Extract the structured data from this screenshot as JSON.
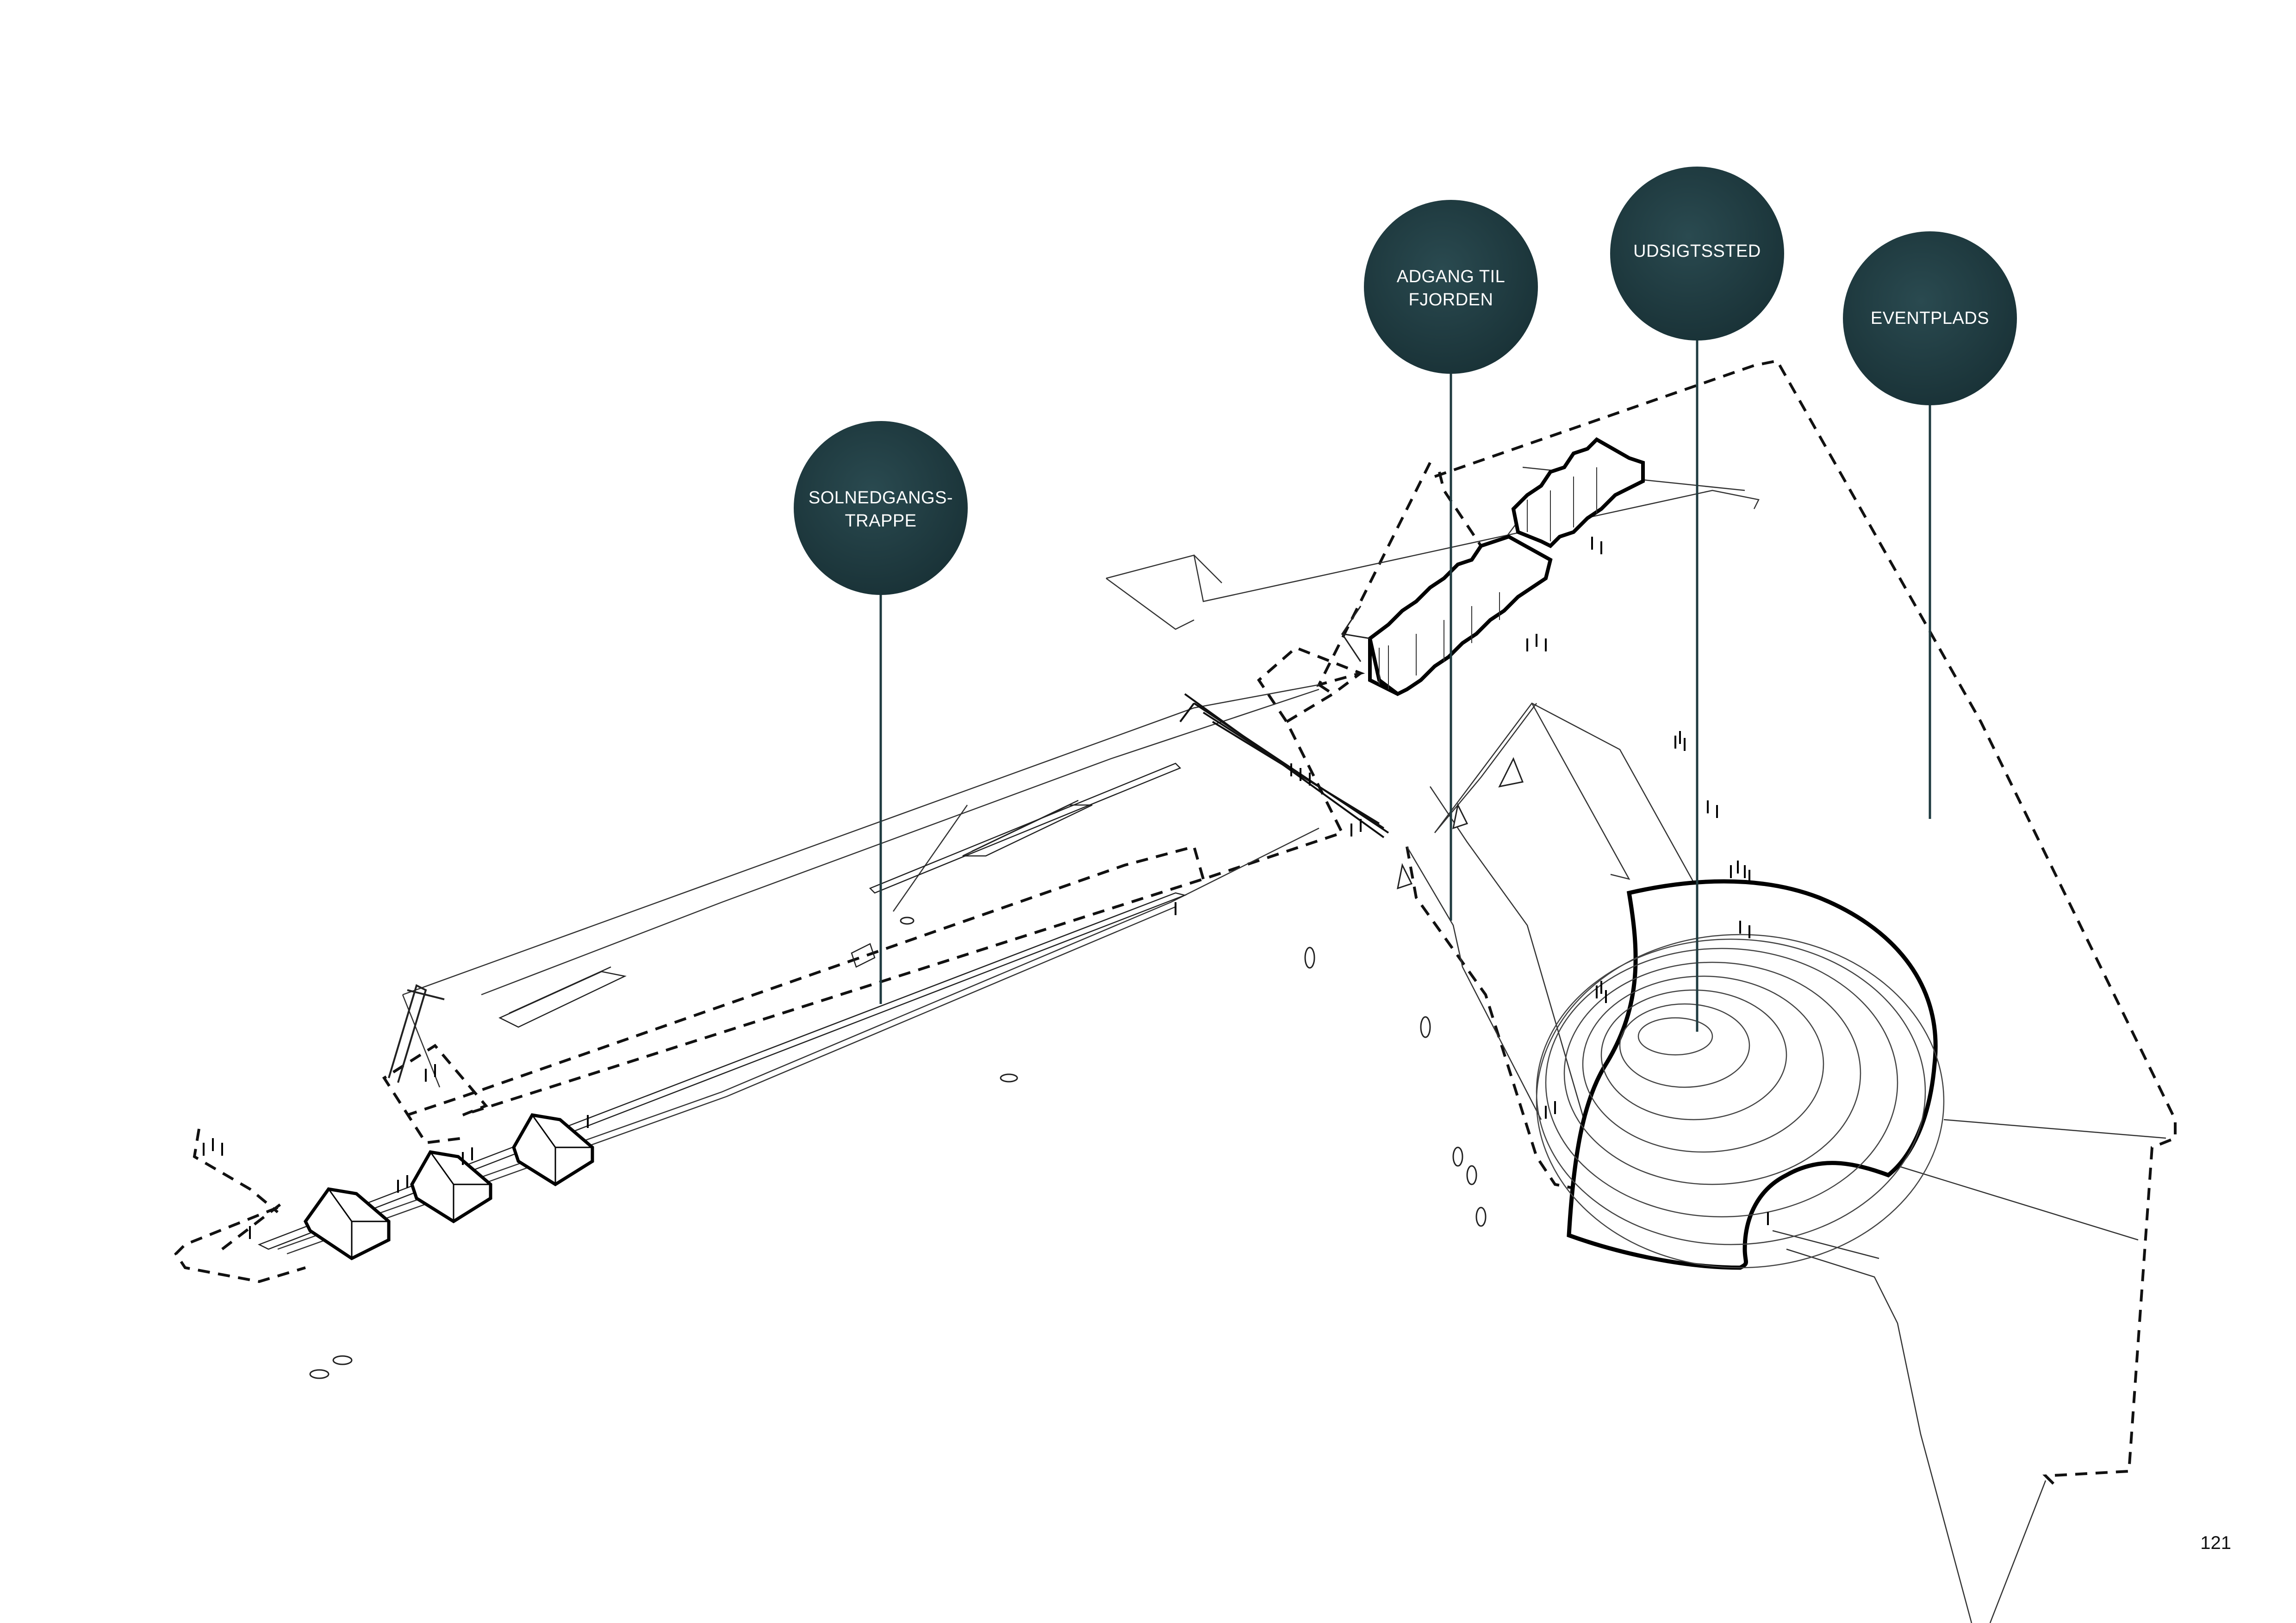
{
  "callouts": [
    {
      "id": "solnedgangstrappe",
      "lines": [
        "SOLNEDGANGS-",
        "TRAPPE"
      ]
    },
    {
      "id": "adgang-til-fjorden",
      "lines": [
        "ADGANG TIL",
        "FJORDEN"
      ]
    },
    {
      "id": "udsigtssted",
      "lines": [
        "UDSIGTSSTED"
      ]
    },
    {
      "id": "eventplads",
      "lines": [
        "EVENTPLADS"
      ]
    }
  ],
  "page": {
    "number": "121"
  },
  "colors": {
    "callout_fill": "#1f3b40",
    "line": "#111111",
    "leader": "#1f3b40"
  }
}
